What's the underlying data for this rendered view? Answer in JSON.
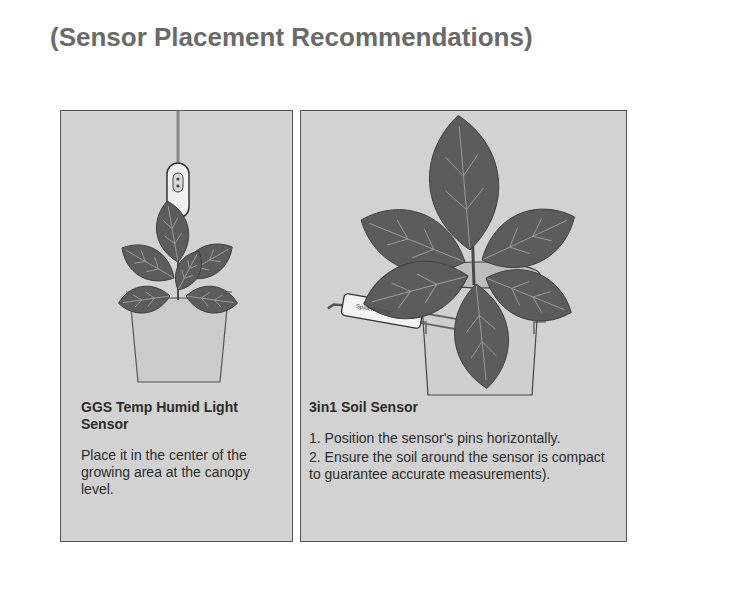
{
  "diagram": {
    "title": "(Sensor Placement Recommendations)",
    "nodes": [
      {
        "text": [
          "GGS Temp Humid Light Sensor",
          "Place it in the center of the growing area at the canopy level."
        ]
      },
      {
        "text": [
          "3in1 Soil Sensor",
          "1. Position the sensor's pins horizontally.",
          "2. Ensure the soil around the sensor is compact to guarantee accurate measurements)."
        ]
      }
    ],
    "labels": [
      "SpiderFarmer"
    ]
  }
}
